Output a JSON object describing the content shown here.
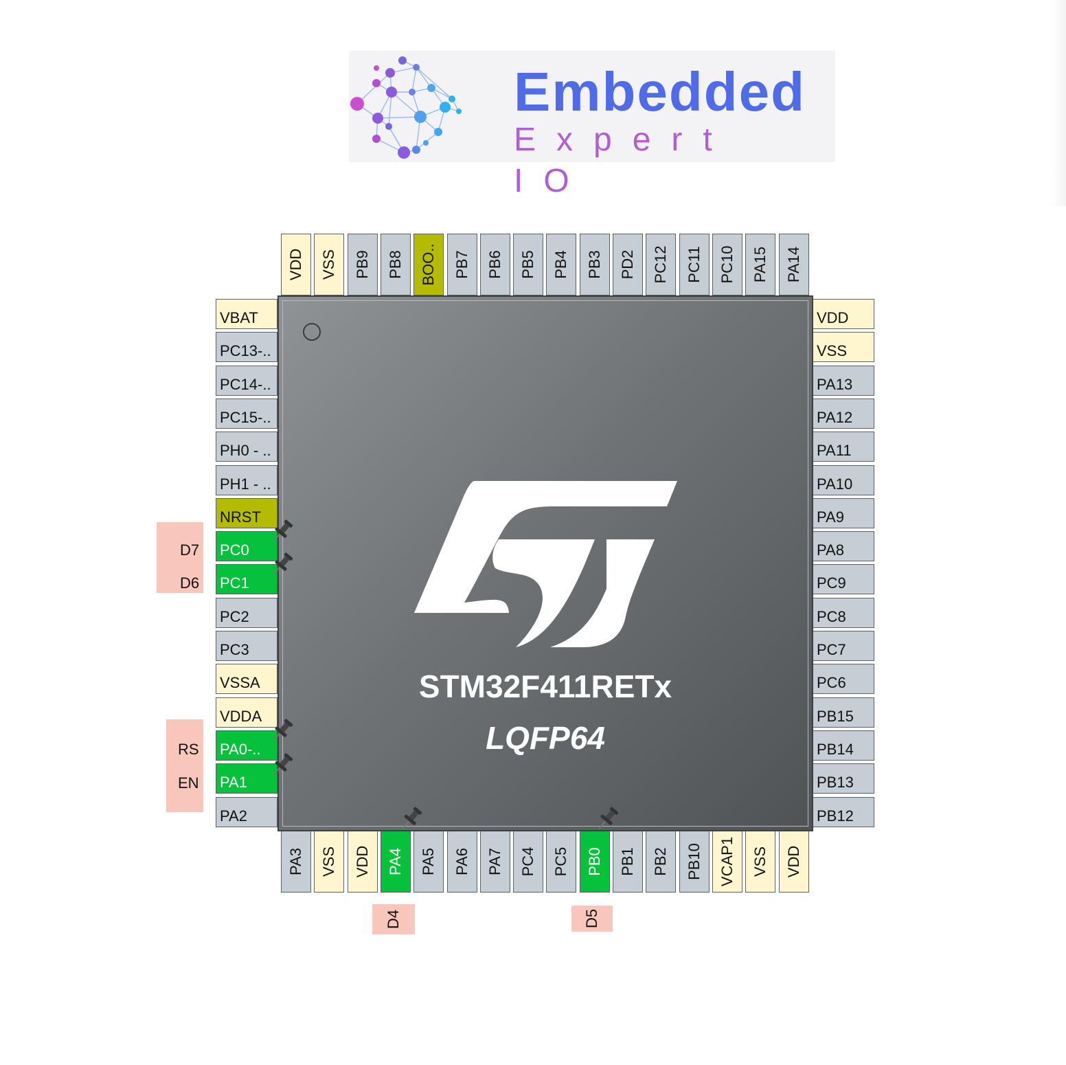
{
  "logo": {
    "line1": "Embedded",
    "line2": "Expert IO"
  },
  "chip": {
    "part_number": "STM32F411RETx",
    "package": "LQFP64"
  },
  "pins": {
    "left": [
      {
        "label": "VBAT",
        "type": "power"
      },
      {
        "label": "PC13-..",
        "type": "io"
      },
      {
        "label": "PC14-..",
        "type": "io"
      },
      {
        "label": "PC15-..",
        "type": "io"
      },
      {
        "label": "PH0 - ..",
        "type": "io"
      },
      {
        "label": "PH1 - ..",
        "type": "io"
      },
      {
        "label": "NRST",
        "type": "special"
      },
      {
        "label": "PC0",
        "type": "gpio"
      },
      {
        "label": "PC1",
        "type": "gpio"
      },
      {
        "label": "PC2",
        "type": "io"
      },
      {
        "label": "PC3",
        "type": "io"
      },
      {
        "label": "VSSA",
        "type": "power"
      },
      {
        "label": "VDDA",
        "type": "power"
      },
      {
        "label": "PA0-..",
        "type": "gpio"
      },
      {
        "label": "PA1",
        "type": "gpio"
      },
      {
        "label": "PA2",
        "type": "io"
      }
    ],
    "right": [
      {
        "label": "VDD",
        "type": "power"
      },
      {
        "label": "VSS",
        "type": "power"
      },
      {
        "label": "PA13",
        "type": "io"
      },
      {
        "label": "PA12",
        "type": "io"
      },
      {
        "label": "PA11",
        "type": "io"
      },
      {
        "label": "PA10",
        "type": "io"
      },
      {
        "label": "PA9",
        "type": "io"
      },
      {
        "label": "PA8",
        "type": "io"
      },
      {
        "label": "PC9",
        "type": "io"
      },
      {
        "label": "PC8",
        "type": "io"
      },
      {
        "label": "PC7",
        "type": "io"
      },
      {
        "label": "PC6",
        "type": "io"
      },
      {
        "label": "PB15",
        "type": "io"
      },
      {
        "label": "PB14",
        "type": "io"
      },
      {
        "label": "PB13",
        "type": "io"
      },
      {
        "label": "PB12",
        "type": "io"
      }
    ],
    "top": [
      {
        "label": "VDD",
        "type": "power"
      },
      {
        "label": "VSS",
        "type": "power"
      },
      {
        "label": "PB9",
        "type": "io"
      },
      {
        "label": "PB8",
        "type": "io"
      },
      {
        "label": "BOO..",
        "type": "special"
      },
      {
        "label": "PB7",
        "type": "io"
      },
      {
        "label": "PB6",
        "type": "io"
      },
      {
        "label": "PB5",
        "type": "io"
      },
      {
        "label": "PB4",
        "type": "io"
      },
      {
        "label": "PB3",
        "type": "io"
      },
      {
        "label": "PD2",
        "type": "io"
      },
      {
        "label": "PC12",
        "type": "io"
      },
      {
        "label": "PC11",
        "type": "io"
      },
      {
        "label": "PC10",
        "type": "io"
      },
      {
        "label": "PA15",
        "type": "io"
      },
      {
        "label": "PA14",
        "type": "io"
      }
    ],
    "bottom": [
      {
        "label": "PA3",
        "type": "io"
      },
      {
        "label": "VSS",
        "type": "power"
      },
      {
        "label": "VDD",
        "type": "power"
      },
      {
        "label": "PA4",
        "type": "gpio"
      },
      {
        "label": "PA5",
        "type": "io"
      },
      {
        "label": "PA6",
        "type": "io"
      },
      {
        "label": "PA7",
        "type": "io"
      },
      {
        "label": "PC4",
        "type": "io"
      },
      {
        "label": "PC5",
        "type": "io"
      },
      {
        "label": "PB0",
        "type": "gpio"
      },
      {
        "label": "PB1",
        "type": "io"
      },
      {
        "label": "PB2",
        "type": "io"
      },
      {
        "label": "PB10",
        "type": "io"
      },
      {
        "label": "VCAP1",
        "type": "power"
      },
      {
        "label": "VSS",
        "type": "power"
      },
      {
        "label": "VDD",
        "type": "power"
      }
    ]
  },
  "pin_labels": {
    "pc0": "D7",
    "pc1": "D6",
    "pa0": "RS",
    "pa1": "EN",
    "pa4": "D4",
    "pb0": "D5"
  },
  "colors": {
    "gpio": "#06c13b",
    "special": "#b5bc00",
    "power": "#fff6cf",
    "io": "#c6ced5",
    "user_label": "#f8c6ba"
  },
  "icons": {
    "pushpin": "pushpin-icon",
    "st_logo": "st-logo-icon",
    "pin1_marker": "pin1-marker-icon"
  }
}
